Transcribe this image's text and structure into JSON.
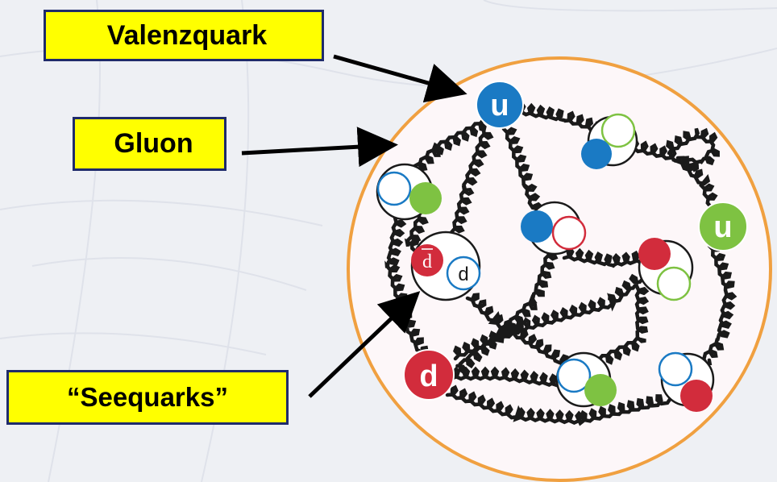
{
  "labels": {
    "valence_quark": "Valenzquark",
    "gluon": "Gluon",
    "sea_quarks": "“Seequarks”"
  },
  "quark_letters": {
    "u_top": "u",
    "u_right": "u",
    "d_bottom": "d",
    "dbar": "d",
    "d_small": "d"
  },
  "colors": {
    "label_fill": "#ffff00",
    "label_border": "#1f2b6b",
    "proton_outline": "#f0a040",
    "proton_fill": "#fdf7f9",
    "quark_blue": "#1a7ac4",
    "quark_green": "#7ec242",
    "quark_red": "#d22c3c",
    "gluon": "#1a1a1a"
  }
}
